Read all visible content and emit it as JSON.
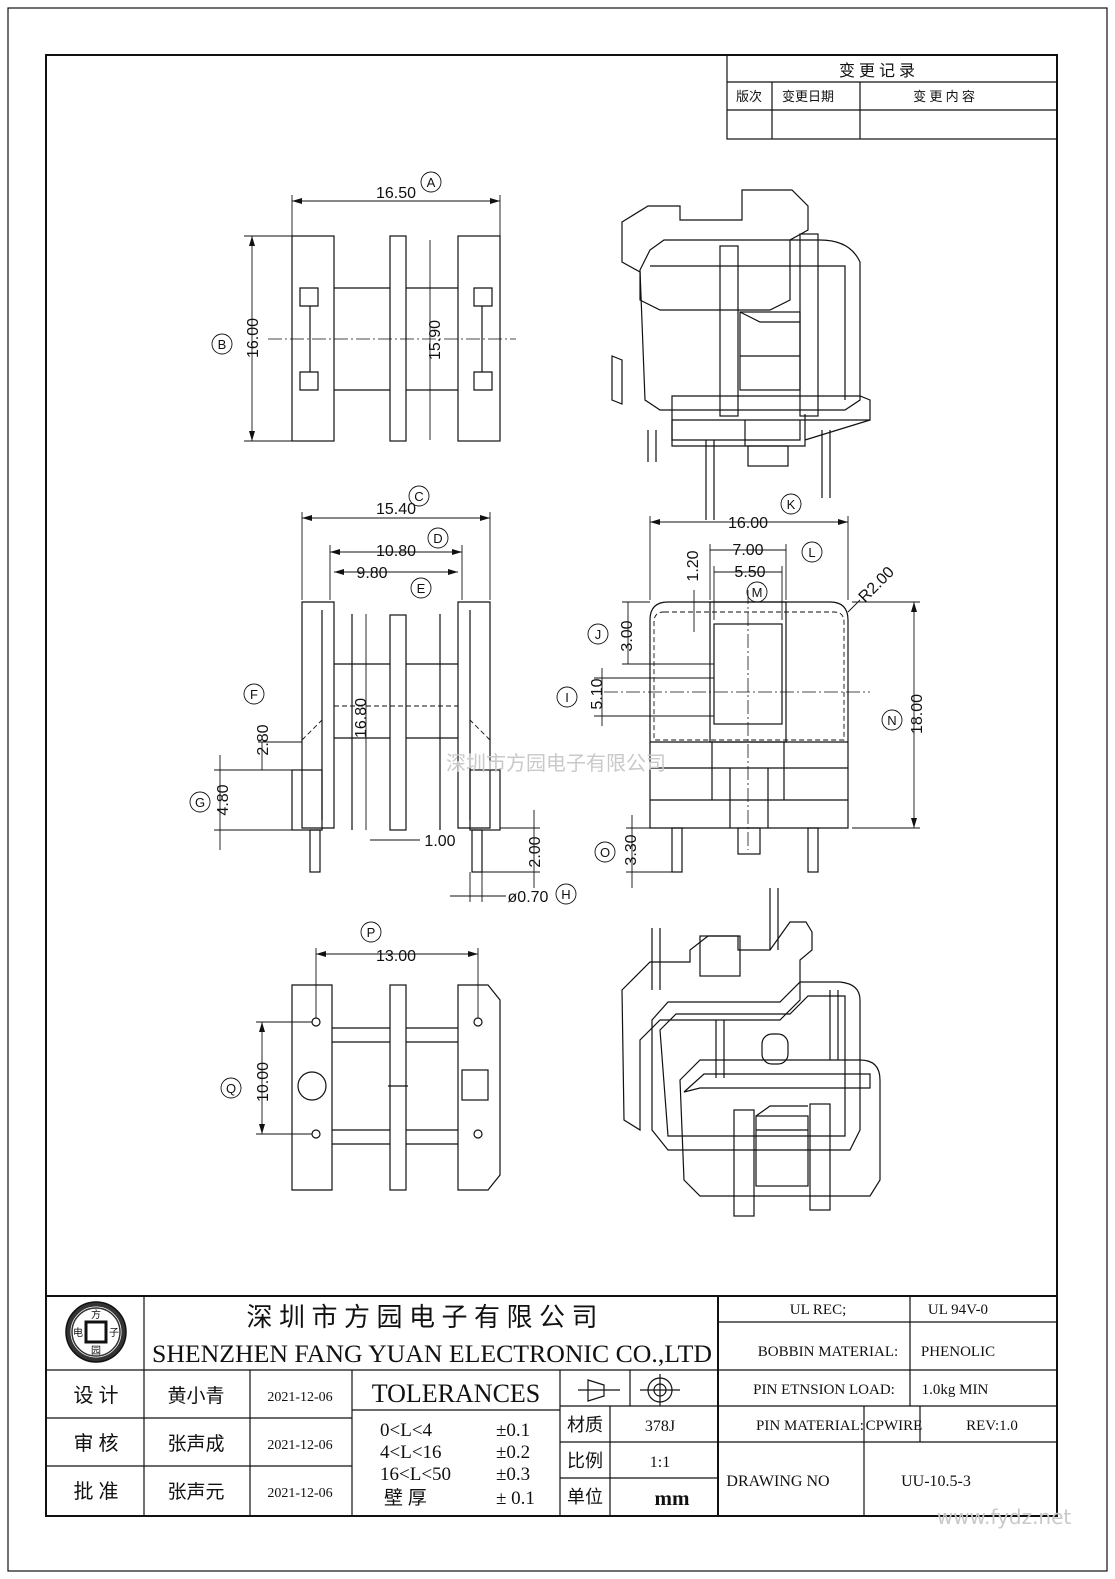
{
  "revision_table": {
    "title": "变 更 记 录",
    "headers": [
      "版次",
      "变更日期",
      "变 更 内 容"
    ]
  },
  "company": {
    "name_cn": "深 圳 市 方 园 电 子 有 限 公 司",
    "name_en": "SHENZHEN FANG YUAN ELECTRONIC CO.,LTD",
    "logo_chars": [
      "方",
      "电",
      "子",
      "园"
    ]
  },
  "approvals": [
    {
      "role": "设 计",
      "name": "黄小青",
      "date": "2021-12-06"
    },
    {
      "role": "审 核",
      "name": "张声成",
      "date": "2021-12-06"
    },
    {
      "role": "批 准",
      "name": "张声元",
      "date": "2021-12-06"
    }
  ],
  "tolerances": {
    "title": "TOLERANCES",
    "rows": [
      {
        "range": "0<L<4",
        "tol": "±0.1"
      },
      {
        "range": "4<L<16",
        "tol": "±0.2"
      },
      {
        "range": "16<L<50",
        "tol": "±0.3"
      },
      {
        "range": "壁  厚",
        "tol": "±  0.1"
      }
    ]
  },
  "material_block": [
    {
      "label": "材质",
      "value": "378J"
    },
    {
      "label": "比例",
      "value": "1:1"
    },
    {
      "label": "单位",
      "value": "mm"
    }
  ],
  "spec": {
    "ul_rec_label": "UL REC;",
    "ul_rec_value": "UL  94V-0",
    "bobbin_label": "BOBBIN MATERIAL:",
    "bobbin_value": "PHENOLIC",
    "pin_load_label": "PIN ETNSION LOAD:",
    "pin_load_value": "1.0kg MIN",
    "pin_material_label": "PIN MATERIAL:",
    "pin_material_value": "CPWIRE",
    "rev": "REV:1.0",
    "drawing_no_label": "DRAWING NO",
    "drawing_no_value": "UU-10.5-3"
  },
  "watermark": "深圳市方园电子有限公司",
  "footer_url": "www.fydz.net",
  "dimensions": {
    "A": {
      "label": "A",
      "value": "16.50"
    },
    "B": {
      "label": "B",
      "value": "16.00"
    },
    "B2": {
      "value": "15.90"
    },
    "C": {
      "label": "C",
      "value": "15.40"
    },
    "D": {
      "label": "D",
      "value": "10.80"
    },
    "E": {
      "label": "E",
      "value": "9.80"
    },
    "F": {
      "label": "F",
      "value": "2.80"
    },
    "G": {
      "label": "G",
      "value": "4.80"
    },
    "C2": {
      "value": "16.80"
    },
    "W": {
      "value": "1.00"
    },
    "H": {
      "label": "H",
      "value": "ø0.70"
    },
    "H2": {
      "value": "2.00"
    },
    "K": {
      "label": "K",
      "value": "16.00"
    },
    "L": {
      "label": "L",
      "value": "7.00"
    },
    "L2": {
      "value": "1.20"
    },
    "M": {
      "label": "M",
      "value": "5.50"
    },
    "R": {
      "value": "R2.00"
    },
    "J": {
      "label": "J",
      "value": "3.00"
    },
    "I": {
      "label": "I",
      "value": "5.10"
    },
    "N": {
      "label": "N",
      "value": "18.00"
    },
    "O": {
      "label": "O",
      "value": "3.30"
    },
    "P": {
      "label": "P",
      "value": "13.00"
    },
    "Q": {
      "label": "Q",
      "value": "10.00"
    }
  }
}
